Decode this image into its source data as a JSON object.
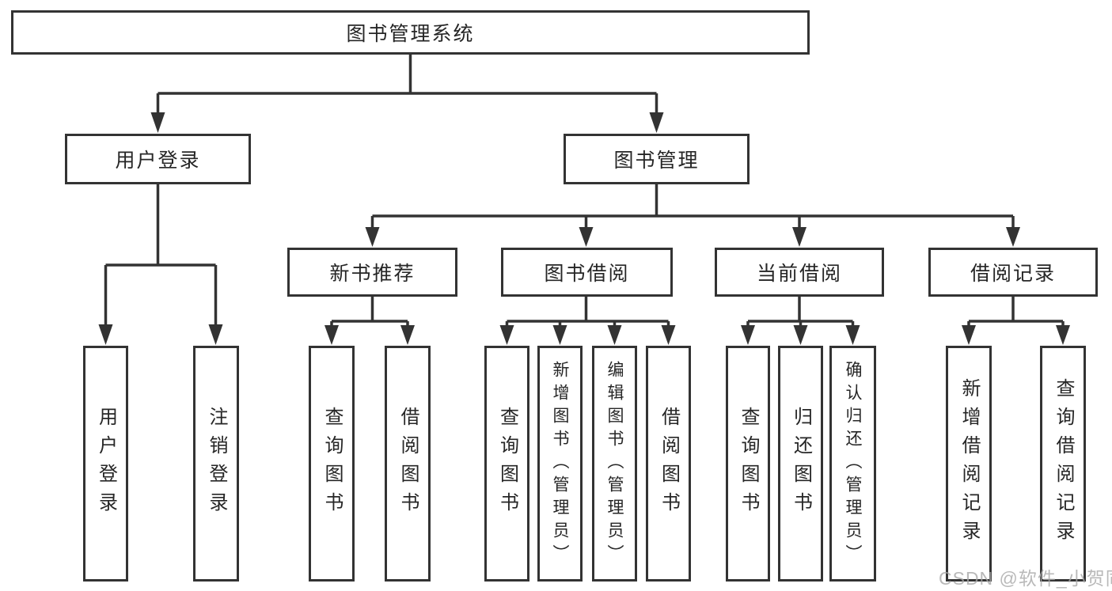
{
  "diagram": {
    "root": {
      "label": "图书管理系统"
    },
    "branches": [
      {
        "label": "用户登录",
        "children": [
          {
            "label": "用户登录"
          },
          {
            "label": "注销登录"
          }
        ]
      },
      {
        "label": "图书管理",
        "children": [
          {
            "label": "新书推荐",
            "children": [
              {
                "label": "查询图书"
              },
              {
                "label": "借阅图书"
              }
            ]
          },
          {
            "label": "图书借阅",
            "children": [
              {
                "label": "查询图书"
              },
              {
                "label": "新增图书（管理员）"
              },
              {
                "label": "编辑图书（管理员）"
              },
              {
                "label": "借阅图书"
              }
            ]
          },
          {
            "label": "当前借阅",
            "children": [
              {
                "label": "查询图书"
              },
              {
                "label": "归还图书"
              },
              {
                "label": "确认归还（管理员）"
              }
            ]
          },
          {
            "label": "借阅记录",
            "children": [
              {
                "label": "新增借阅记录"
              },
              {
                "label": "查询借阅记录"
              }
            ]
          }
        ]
      }
    ]
  },
  "watermark": {
    "text": "CSDN @软件_小贺同学"
  },
  "colors": {
    "line": "#333333",
    "box_border": "#333333",
    "text": "#262626",
    "watermark": "#a8a8a8",
    "background": "#ffffff"
  }
}
